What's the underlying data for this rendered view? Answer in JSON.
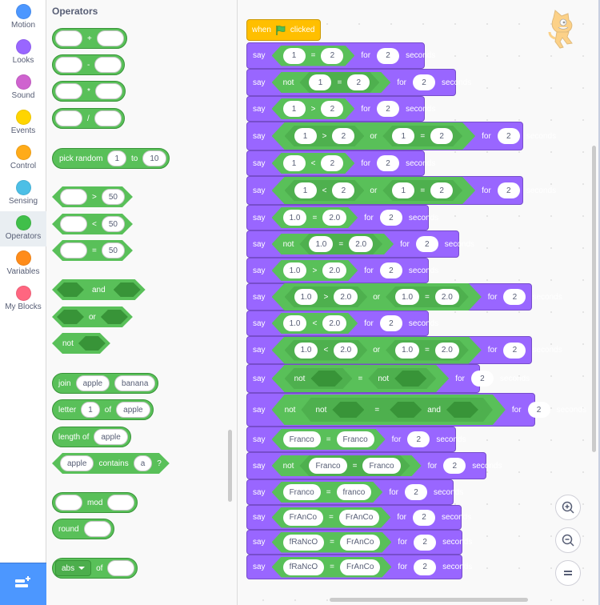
{
  "categories": [
    {
      "label": "Motion",
      "color": "#4c97ff"
    },
    {
      "label": "Looks",
      "color": "#9966ff"
    },
    {
      "label": "Sound",
      "color": "#cf63cf"
    },
    {
      "label": "Events",
      "color": "#ffd500"
    },
    {
      "label": "Control",
      "color": "#ffab19"
    },
    {
      "label": "Sensing",
      "color": "#4cbfe6"
    },
    {
      "label": "Operators",
      "color": "#40bf4a",
      "selected": true
    },
    {
      "label": "Variables",
      "color": "#ff8c1a"
    },
    {
      "label": "My Blocks",
      "color": "#ff6680"
    }
  ],
  "palette": {
    "title": "Operators",
    "blocks": {
      "add": "+",
      "subtract": "-",
      "multiply": "*",
      "divide": "/",
      "pick_random": {
        "label": "pick random",
        "from": "1",
        "to_label": "to",
        "to": "10"
      },
      "gt": {
        "op": ">",
        "value": "50"
      },
      "lt": {
        "op": "<",
        "value": "50"
      },
      "eq": {
        "op": "=",
        "value": "50"
      },
      "and": "and",
      "or": "or",
      "not": "not",
      "join": {
        "label": "join",
        "a": "apple",
        "b": "banana"
      },
      "letter": {
        "label": "letter",
        "index": "1",
        "of": "of",
        "text": "apple"
      },
      "length": {
        "label": "length of",
        "text": "apple"
      },
      "contains": {
        "text": "apple",
        "label": "contains",
        "sub": "a",
        "q": "?"
      },
      "mod": "mod",
      "round": "round",
      "abs": {
        "fn": "abs",
        "of": "of"
      }
    }
  },
  "script": {
    "hat": {
      "when": "when",
      "clicked": "clicked"
    },
    "say": "say",
    "for": "for",
    "secs": "2",
    "seconds": "seconds",
    "rows": [
      {
        "a": "1",
        "op": "=",
        "b": "2"
      },
      {
        "not": "not",
        "a": "1",
        "op": "=",
        "b": "2"
      },
      {
        "a": "1",
        "op": ">",
        "b": "2"
      },
      {
        "a": "1",
        "op": ">",
        "b": "2",
        "join": "or",
        "c": "1",
        "op2": "=",
        "d": "2"
      },
      {
        "a": "1",
        "op": "<",
        "b": "2"
      },
      {
        "a": "1",
        "op": "<",
        "b": "2",
        "join": "or",
        "c": "1",
        "op2": "=",
        "d": "2"
      },
      {
        "a": "1.0",
        "op": "=",
        "b": "2.0"
      },
      {
        "not": "not",
        "a": "1.0",
        "op": "=",
        "b": "2.0"
      },
      {
        "a": "1.0",
        "op": ">",
        "b": "2.0"
      },
      {
        "a": "1.0",
        "op": ">",
        "b": "2.0",
        "join": "or",
        "c": "1.0",
        "op2": "=",
        "d": "2.0"
      },
      {
        "a": "1.0",
        "op": "<",
        "b": "2.0"
      },
      {
        "a": "1.0",
        "op": "<",
        "b": "2.0",
        "join": "or",
        "c": "1.0",
        "op2": "=",
        "d": "2.0"
      },
      {
        "not1": "not",
        "op": "=",
        "not2": "not"
      },
      {
        "not": "not",
        "not1": "not",
        "op": "=",
        "and": "and"
      },
      {
        "a": "Franco",
        "op": "=",
        "b": "Franco"
      },
      {
        "not": "not",
        "a": "Franco",
        "op": "=",
        "b": "Franco"
      },
      {
        "a": "Franco",
        "op": "=",
        "b": "franco"
      },
      {
        "a": "FrAnCo",
        "op": "=",
        "b": "FrAnCo"
      },
      {
        "a": "fRaNcO",
        "op": "=",
        "b": "FrAnCo"
      },
      {
        "a": "fRaNcO",
        "op": "=",
        "b": "FrAnCo"
      }
    ]
  },
  "controls": {
    "zoom_in": "zoom-in",
    "zoom_out": "zoom-out",
    "reset": "reset-zoom"
  }
}
